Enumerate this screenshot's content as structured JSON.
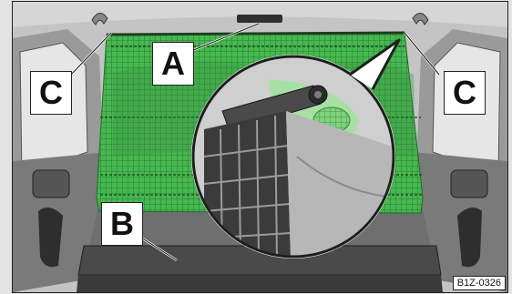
{
  "figure": {
    "labels": {
      "a": "A",
      "b": "B",
      "c_left": "C",
      "c_right": "C"
    },
    "figure_code": "B1Z-0326",
    "colors": {
      "frame_bg": "#bfbfbf",
      "net_green": "#39b54a",
      "net_green_light": "#7ed27f",
      "interior_dark": "#3d3d3d",
      "interior_mid": "#8c8c8c",
      "outline": "#222222"
    }
  }
}
